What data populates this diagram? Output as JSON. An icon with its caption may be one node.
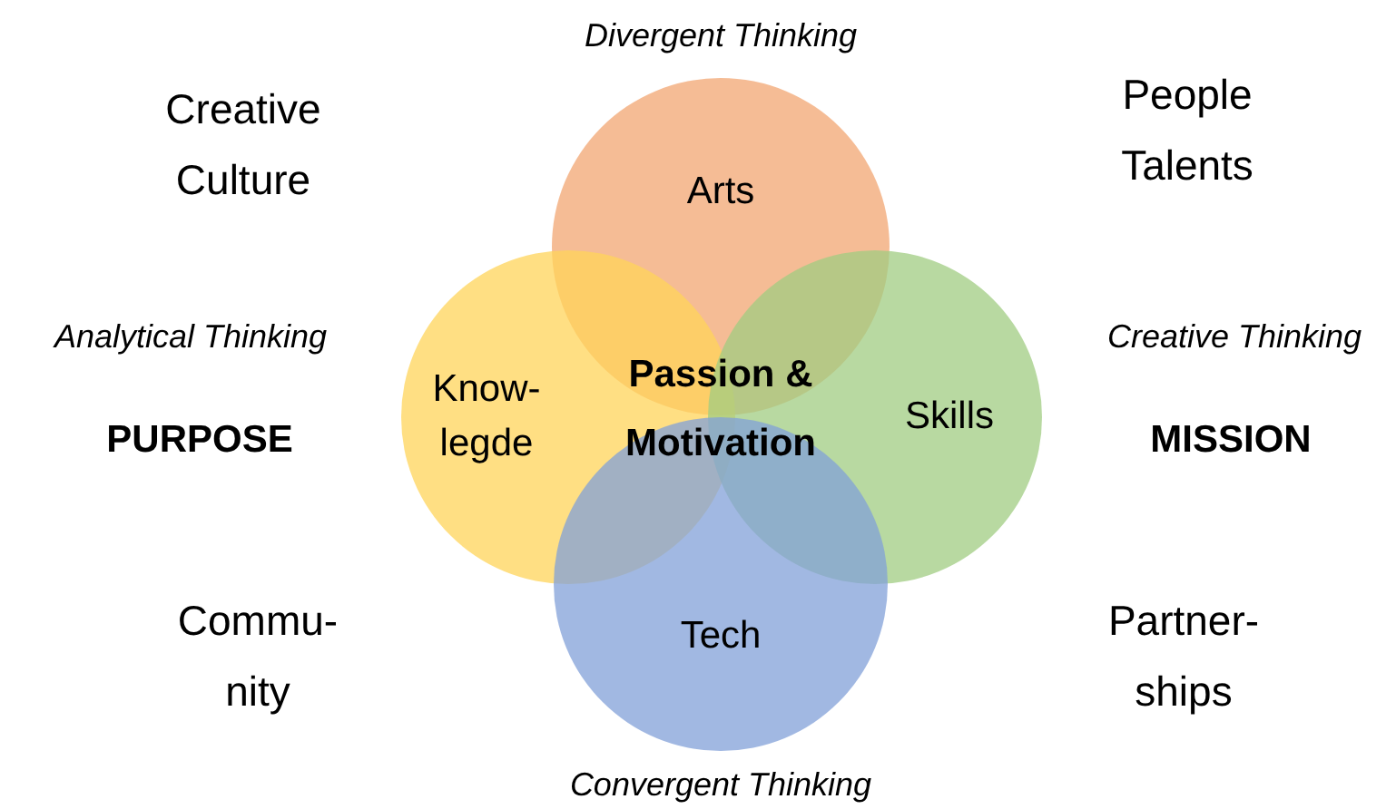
{
  "diagram": {
    "nodes": [
      {
        "text": [
          "Arts"
        ]
      },
      {
        "text": [
          "Know- legde"
        ]
      },
      {
        "text": [
          "Skills"
        ]
      },
      {
        "text": [
          "Tech"
        ]
      }
    ],
    "labels": [
      "Divergent Thinking",
      "Creative Culture",
      "People Talents",
      "Analytical Thinking",
      "Creative Thinking",
      "PURPOSE",
      "MISSION",
      "Passion & Motivation",
      "Commu- nity",
      "Partner- ships",
      "Convergent Thinking"
    ]
  }
}
